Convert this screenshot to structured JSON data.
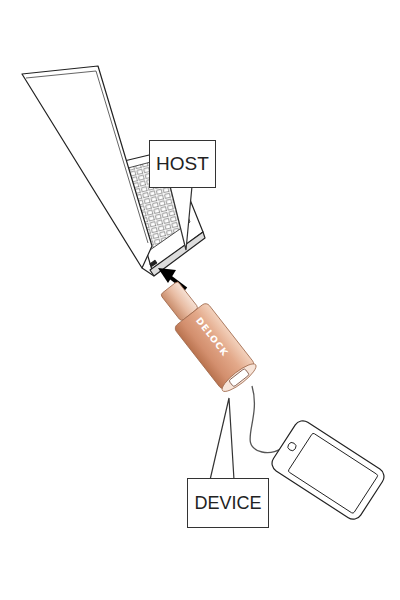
{
  "diagram": {
    "nodes": [
      {
        "text": [
          "HOST"
        ]
      },
      {
        "text": [
          "DEVICE"
        ]
      }
    ],
    "labels": [
      "DELOCK"
    ]
  }
}
